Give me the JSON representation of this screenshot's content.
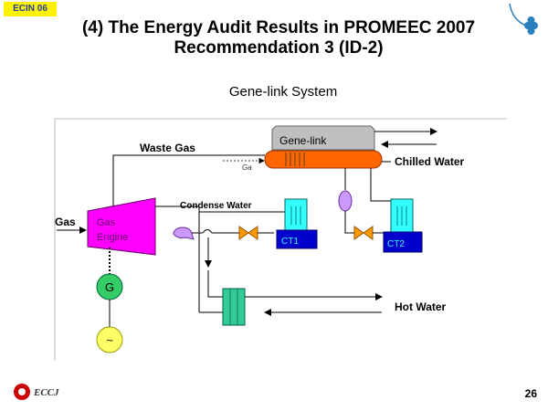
{
  "slide": {
    "tag": "ECIN 06",
    "title_line1": "(4) The Energy Audit Results  in PROMEEC 2007",
    "title_line2": "Recommendation 3 (ID-2)",
    "subtitle": "Gene-link System",
    "page_number": "26",
    "logo_text": "ECCJ"
  },
  "diagram": {
    "gene_link": "Gene-link",
    "waste_gas": "Waste Gas",
    "chilled_water": "Chilled Water",
    "ga": "Ga",
    "condense_water": "Condense Water",
    "gas": "Gas",
    "gas_engine_1": "Gas",
    "gas_engine_2": "Engine",
    "ct1": "CT1",
    "ct2": "CT2",
    "generator": "G",
    "ac": "~",
    "hot_water": "Hot Water"
  },
  "colors": {
    "engine": "#ff00ff",
    "absorber": "#ff6600",
    "generator": "#33cc66",
    "tower_top": "#33ffff",
    "tower_base": "#0000cc",
    "valve": "#ff9900",
    "heat_exchanger": "#33cc99",
    "pump": "#cc99ff",
    "ac_source": "#ffff66"
  }
}
